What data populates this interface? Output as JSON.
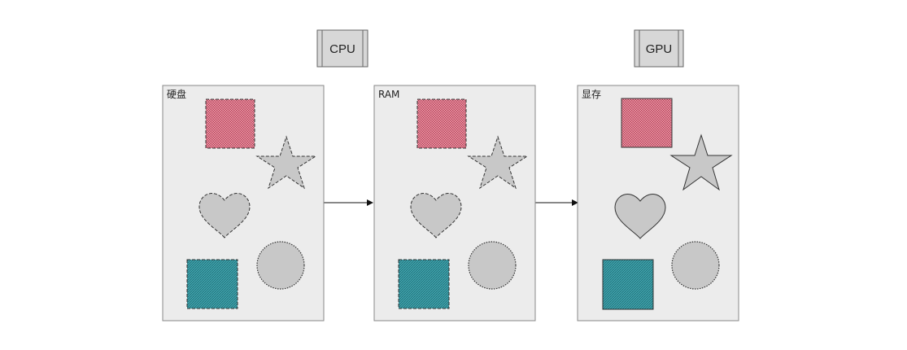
{
  "processors": [
    {
      "id": "cpu",
      "label": "CPU"
    },
    {
      "id": "gpu",
      "label": "GPU"
    }
  ],
  "panels": [
    {
      "id": "disk",
      "title": "硬盘",
      "outline": "dashed"
    },
    {
      "id": "ram",
      "title": "RAM",
      "outline": "dashed"
    },
    {
      "id": "vram",
      "title": "显存",
      "outline": "solid"
    }
  ],
  "shapes": [
    {
      "kind": "square",
      "color": "#e07a8c"
    },
    {
      "kind": "star",
      "color": "#c8c8c8"
    },
    {
      "kind": "heart",
      "color": "#c8c8c8"
    },
    {
      "kind": "square",
      "color": "#3fa3ad"
    },
    {
      "kind": "seal",
      "color": "#c8c8c8"
    }
  ],
  "flow": [
    {
      "from": "disk",
      "to": "ram"
    },
    {
      "from": "ram",
      "to": "vram"
    }
  ],
  "colors": {
    "panel_fill": "#ececec",
    "panel_stroke": "#888888",
    "shape_stroke": "#333333",
    "processor_fill": "#d7d7d7"
  }
}
